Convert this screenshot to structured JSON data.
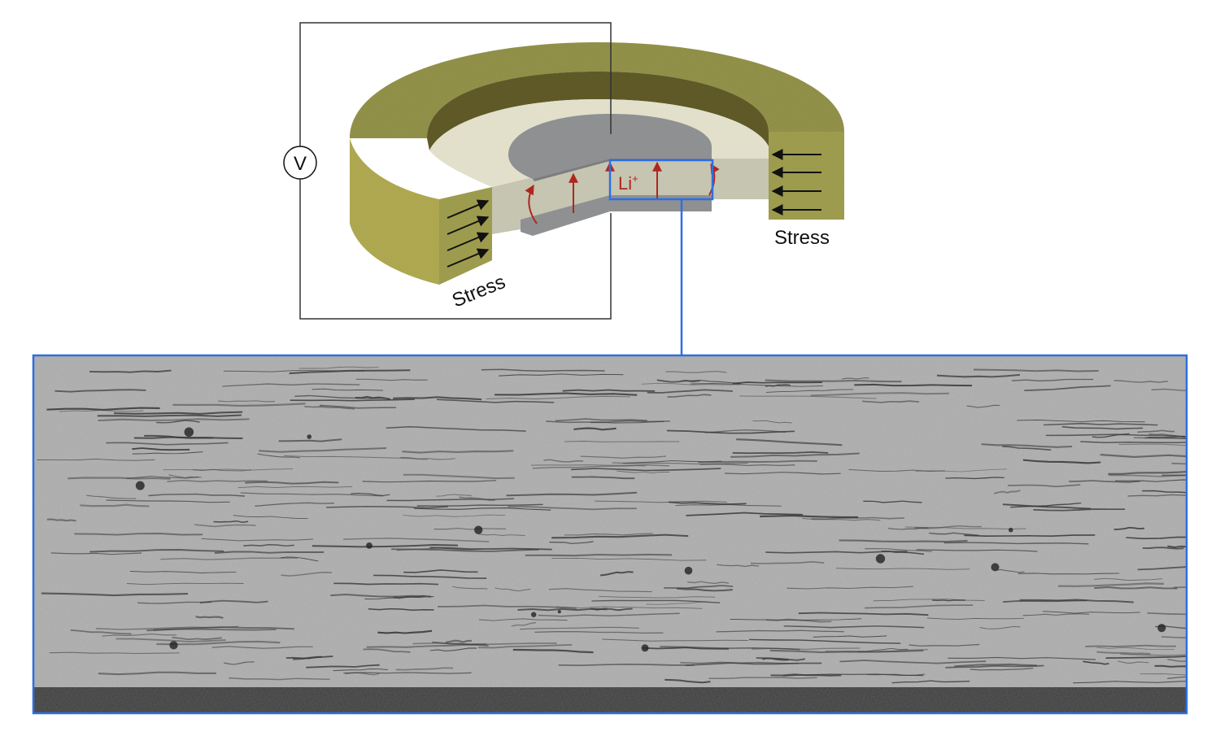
{
  "diagram": {
    "voltmeter": {
      "symbol": "V"
    },
    "stress_left": {
      "label": "Stress"
    },
    "stress_right": {
      "label": "Stress"
    },
    "ion": {
      "base": "Li",
      "charge": "+"
    }
  },
  "colors": {
    "wrap_top": "#8a8a3f",
    "wrap_side": "#b3ab4a",
    "wrap_cut": "#9c9a46",
    "wrap_inner": "#5f5928",
    "electrolyte_top": "#e2e0cb",
    "electrolyte_cut": "#c6c5b1",
    "electrode": "#8f9092",
    "ion_arrow": "#b0261f",
    "stress_arrow": "#111111",
    "highlight": "#2d6fe2",
    "sem_base": "#a9a9a9"
  }
}
